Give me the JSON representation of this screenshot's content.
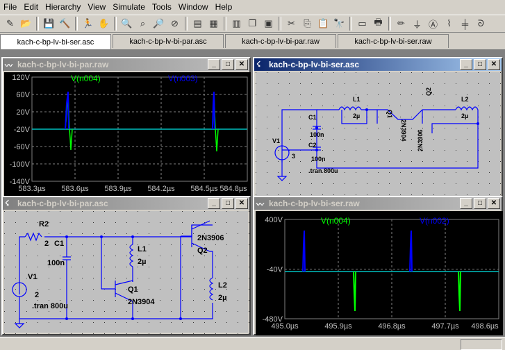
{
  "menu": [
    "File",
    "Edit",
    "Hierarchy",
    "View",
    "Simulate",
    "Tools",
    "Window",
    "Help"
  ],
  "toolbar_icons": [
    "new-schematic-icon",
    "open-icon",
    "save-icon",
    "control-panel-icon",
    "run-icon",
    "halt-icon",
    "zoom-in-icon",
    "zoom-pan-icon",
    "zoom-out-icon",
    "zoom-cancel-icon",
    "autorange-icon",
    "ruler-icon",
    "tile-icon",
    "cascade-icon",
    "close-all-icon",
    "cut-icon",
    "copy-icon",
    "paste-icon",
    "find-icon",
    "print-setup-icon",
    "print-icon",
    "wire-icon",
    "ground-icon",
    "label-icon",
    "resistor-icon",
    "capacitor-icon",
    "inductor-icon"
  ],
  "tabs": [
    {
      "label": "kach-c-bp-lv-bi-ser.asc",
      "active": true
    },
    {
      "label": "kach-c-bp-lv-bi-par.asc",
      "active": false
    },
    {
      "label": "kach-c-bp-lv-bi-par.raw",
      "active": false
    },
    {
      "label": "kach-c-bp-lv-bi-ser.raw",
      "active": false
    }
  ],
  "windows": {
    "top_left": {
      "title": "kach-c-bp-lv-bi-par.raw",
      "active": false,
      "trace1": "V(n004)",
      "trace2": "V(n003)",
      "yticks": [
        "120V",
        "60V",
        "20V",
        "-20V",
        "-60V",
        "-100V",
        "-140V"
      ],
      "xticks": [
        "583.3µs",
        "583.6µs",
        "583.9µs",
        "584.2µs",
        "584.5µs",
        "584.8µs"
      ]
    },
    "top_right": {
      "title": "kach-c-bp-lv-bi-ser.asc",
      "active": true,
      "labels": {
        "v1": "V1",
        "v1val": "3",
        "c1": "C1",
        "c1val": "100n",
        "c2": "C2",
        "c2val": "100n",
        "tran": ".tran 800u",
        "l1": "L1",
        "l1val": "2µ",
        "l2": "L2",
        "l2val": "2µ",
        "q1": "Q1",
        "q1val": "2N3904",
        "q2": "Q2",
        "q2val": "2N3906"
      }
    },
    "bottom_left": {
      "title": "kach-c-bp-lv-bi-par.asc",
      "active": false,
      "labels": {
        "r2": "R2",
        "r2val": "2",
        "c1": "C1",
        "c1val": "100n",
        "v1": "V1",
        "v1val": "2",
        "tran": ".tran 800u",
        "l1": "L1",
        "l1val": "2µ",
        "q1": "Q1",
        "q1val": "2N3904",
        "q2": "Q2",
        "q2val": "2N3906",
        "l2": "L2",
        "l2val": "2µ"
      }
    },
    "bottom_right": {
      "title": "kach-c-bp-lv-bi-ser.raw",
      "active": false,
      "trace1": "V(n004)",
      "trace2": "V(n002)",
      "yticks": [
        "400V",
        "-40V",
        "-480V"
      ],
      "xticks": [
        "495.0µs",
        "495.9µs",
        "496.8µs",
        "497.7µs",
        "498.6µs"
      ]
    }
  },
  "colors": {
    "trace_green": "#00ff00",
    "trace_blue": "#0000ff",
    "trace_cyan": "#00c0c0",
    "plot_bg": "#000000",
    "grid": "#808080",
    "wire": "#0000ff",
    "schematic_bg": "#c0c0c0"
  }
}
